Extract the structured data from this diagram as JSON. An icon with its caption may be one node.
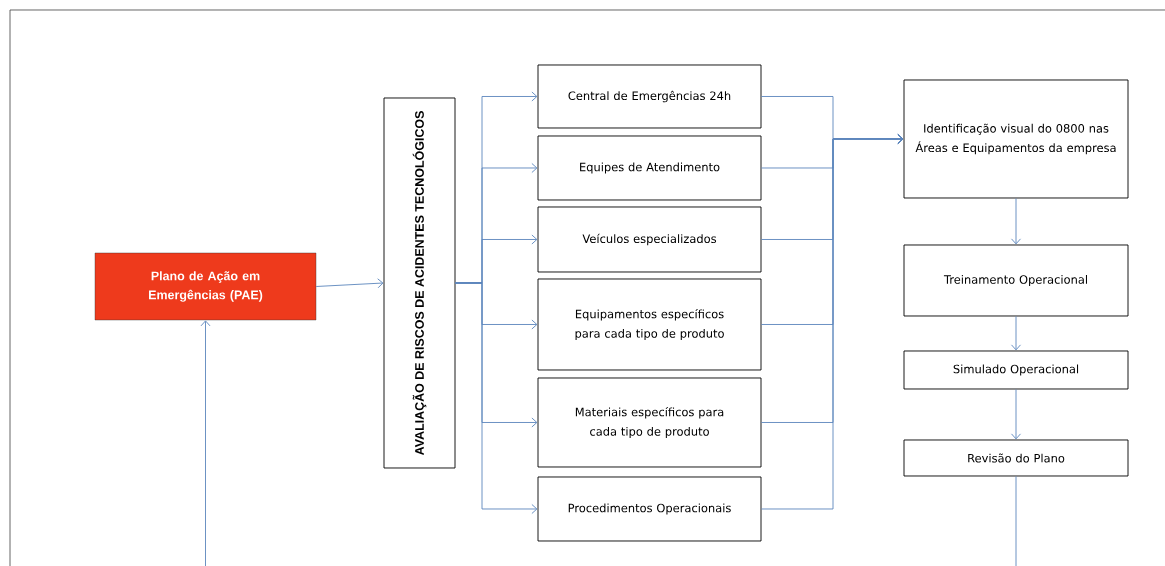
{
  "diagram": {
    "nodes": [
      {
        "text": [
          "Plano de Ação em Emergências (PAE)"
        ]
      },
      {
        "text": [
          "AVALIAÇÃO DE RISCOS DE ACIDENTES TECNOLÓGICOS"
        ]
      },
      {
        "text": [
          "Central de Emergências 24h"
        ]
      },
      {
        "text": [
          "Equipes de Atendimento"
        ]
      },
      {
        "text": [
          "Veículos especializados"
        ]
      },
      {
        "text": [
          "Equipamentos específicos para cada tipo de produto"
        ]
      },
      {
        "text": [
          "Materiais específicos para cada tipo de produto"
        ]
      },
      {
        "text": [
          "Procedimentos Operacionais"
        ]
      },
      {
        "text": [
          "Identificação visual do 0800 nas Áreas e Equipamentos da empresa"
        ]
      },
      {
        "text": [
          "Treinamento Operacional"
        ]
      },
      {
        "text": [
          "Simulado Operacional"
        ]
      },
      {
        "text": [
          "Revisão do Plano"
        ]
      }
    ],
    "edges": [
      {
        "from": 0,
        "to": 1,
        "arrow": "to"
      },
      {
        "from": 1,
        "to": 2,
        "arrow": "to"
      },
      {
        "from": 1,
        "to": 3,
        "arrow": "to"
      },
      {
        "from": 1,
        "to": 4,
        "arrow": "to"
      },
      {
        "from": 1,
        "to": 5,
        "arrow": "to"
      },
      {
        "from": 1,
        "to": 6,
        "arrow": "to"
      },
      {
        "from": 1,
        "to": 7,
        "arrow": "to"
      },
      {
        "from": 2,
        "to": 8,
        "arrow": "to"
      },
      {
        "from": 3,
        "to": 8,
        "arrow": "to"
      },
      {
        "from": 4,
        "to": 8,
        "arrow": "to"
      },
      {
        "from": 5,
        "to": 8,
        "arrow": "to"
      },
      {
        "from": 6,
        "to": 8,
        "arrow": "to"
      },
      {
        "from": 7,
        "to": 8,
        "arrow": "to"
      },
      {
        "from": 8,
        "to": 9,
        "arrow": "to"
      },
      {
        "from": 9,
        "to": 10,
        "arrow": "to"
      },
      {
        "from": 10,
        "to": 11,
        "arrow": "to"
      },
      {
        "from": 11,
        "to": 0,
        "arrow": "to"
      }
    ]
  }
}
